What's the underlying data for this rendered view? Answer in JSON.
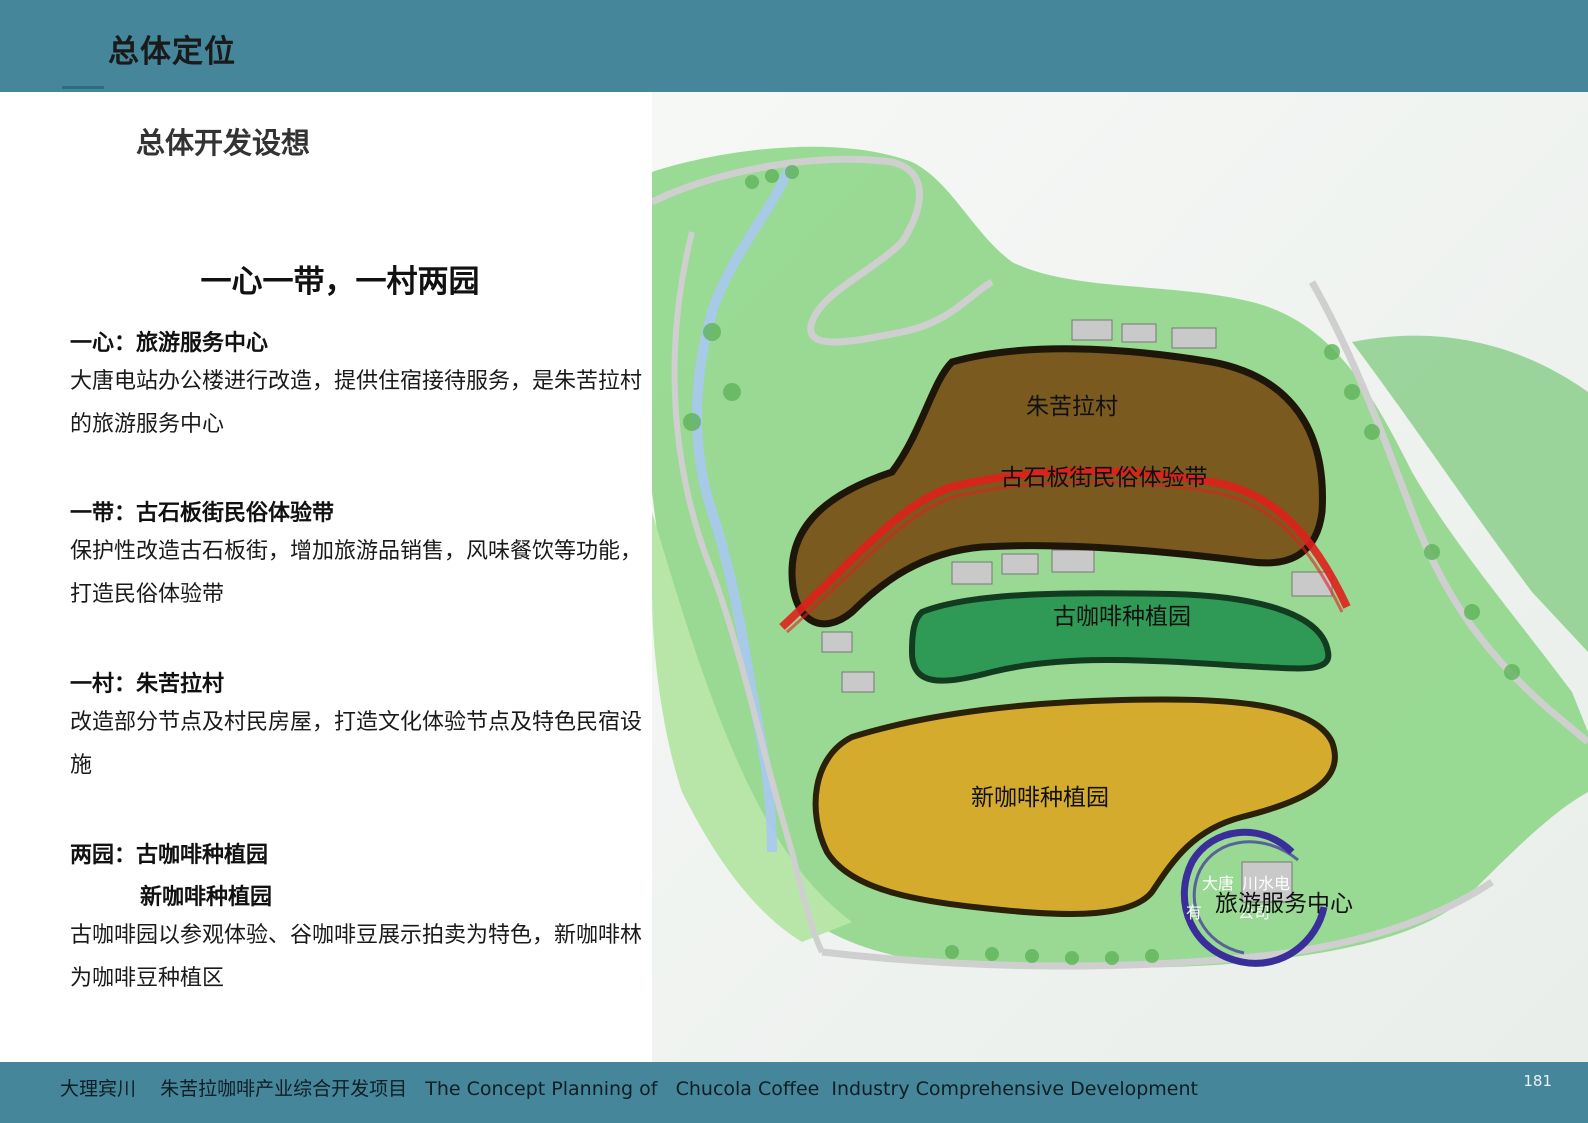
{
  "header": {
    "title": "总体定位"
  },
  "subtitle": "总体开发设想",
  "headline": "一心一带，一村两园",
  "sections": [
    {
      "title": "一心：旅游服务中心",
      "body": "大唐电站办公楼进行改造，提供住宿接待服务，是朱苦拉村的旅游服务中心"
    },
    {
      "title": "一带：古石板街民俗体验带",
      "body": "保护性改造古石板街，增加旅游品销售，风味餐饮等功能，打造民俗体验带"
    },
    {
      "title": "一村：朱苦拉村",
      "body": "改造部分节点及村民房屋，打造文化体验节点及特色民宿设施"
    },
    {
      "title": "两园：古咖啡种植园",
      "title2": "新咖啡种植园",
      "body": "古咖啡园以参观体验、谷咖啡豆展示拍卖为特色，新咖啡林为咖啡豆种植区"
    }
  ],
  "map": {
    "labels": {
      "village": "朱苦拉村",
      "belt": "古石板街民俗体验带",
      "old_garden": "古咖啡种植园",
      "new_garden": "新咖啡种植园",
      "service_center": "旅游服务中心",
      "building_line1": "大唐",
      "building_line1b": "川水电",
      "building_line2": "有",
      "building_line2b": "公司"
    },
    "colors": {
      "village_fill": "#7a5a1e",
      "old_garden_fill": "#2e9a55",
      "new_garden_fill": "#d4ab2c",
      "belt_stroke": "#e0201c",
      "service_ring": "#3a2f9a",
      "terrain": "#8fd68a"
    }
  },
  "footer": {
    "text": "大理宾川    朱苦拉咖啡产业综合开发项目   The Concept Planning of   Chucola Coffee  Industry Comprehensive Development",
    "page": "181"
  }
}
